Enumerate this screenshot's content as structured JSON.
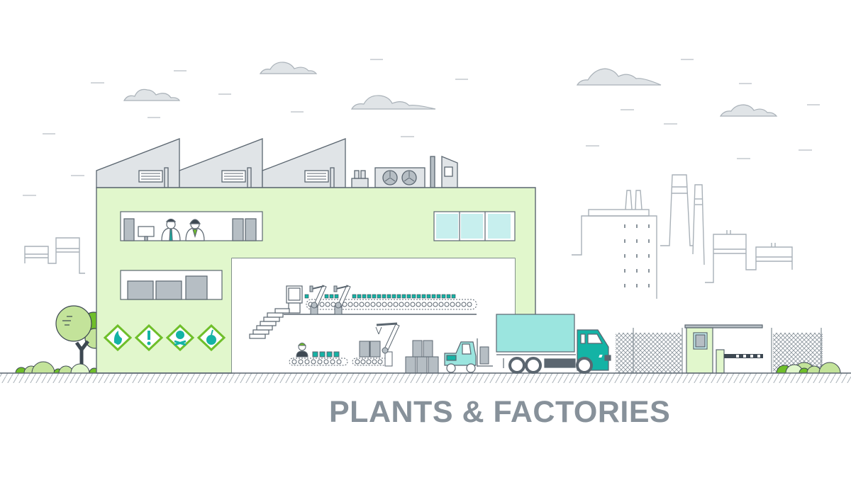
{
  "title": "PLANTS & FACTORIES",
  "colors": {
    "outline": "#5b6670",
    "building_fill": "#e1f7cc",
    "roof_fill": "#e0e4e7",
    "skyline": "#a9b1b8",
    "teal": "#14b3a5",
    "light_teal": "#9be5df",
    "green": "#6fbf2a",
    "light_green": "#c3e39a",
    "title_text": "#87919a"
  },
  "scene": {
    "elements": [
      "clouds",
      "sky-dashes",
      "background-skyline",
      "factory-building",
      "sawtooth-roof",
      "office-window-with-workers",
      "storage-shelves",
      "glass-windows",
      "hazard-signs",
      "conveyor-upper-with-robot-arms",
      "control-panel",
      "stairs",
      "worker-conveyor",
      "barrel-robot-arm",
      "barrel-stacks",
      "forklift",
      "delivery-truck",
      "chain-link-fence",
      "guard-booth",
      "boom-barrier",
      "trees",
      "bushes",
      "ground-hatching"
    ],
    "hazard_signs": [
      "flammable",
      "warning",
      "toxic",
      "explosive"
    ]
  }
}
